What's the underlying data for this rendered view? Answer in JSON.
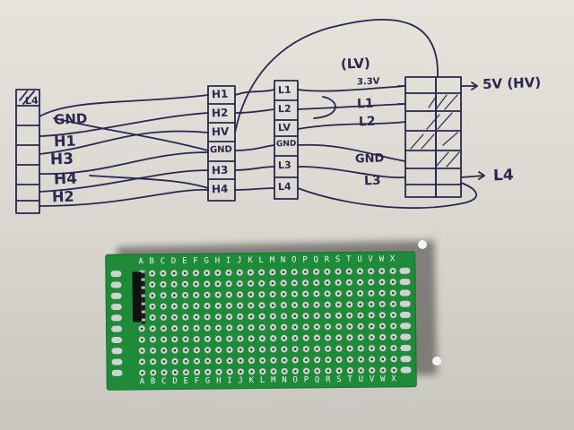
{
  "photo": {
    "subject": "hand-drawn level shifter wiring sketch above a green perfboard prototype",
    "paper_color": "#e3e0da",
    "ink_color": "#2a2750",
    "pcb_color": "#1f8a3a"
  },
  "sketch": {
    "left_connector_label": "L4",
    "left_pins": [
      "GND",
      "H1",
      "H3",
      "H4",
      "H2"
    ],
    "middle_pins": [
      "H1",
      "H2",
      "HV",
      "GND",
      "H3",
      "H4"
    ],
    "right_pins": [
      "L1",
      "L2",
      "LV",
      "GND",
      "L3",
      "L4"
    ],
    "module_group_label": "(LV)",
    "module_labels": [
      "3.3V",
      "L1",
      "L2",
      "GND",
      "L3"
    ],
    "hv_note": "5V (HV)",
    "l4_note": "L4"
  },
  "board": {
    "column_letters": [
      "A",
      "B",
      "C",
      "D",
      "E",
      "F",
      "G",
      "H",
      "I",
      "J",
      "K",
      "L",
      "M",
      "N",
      "O",
      "P",
      "Q",
      "R",
      "S",
      "T",
      "U",
      "V",
      "W",
      "X"
    ]
  }
}
